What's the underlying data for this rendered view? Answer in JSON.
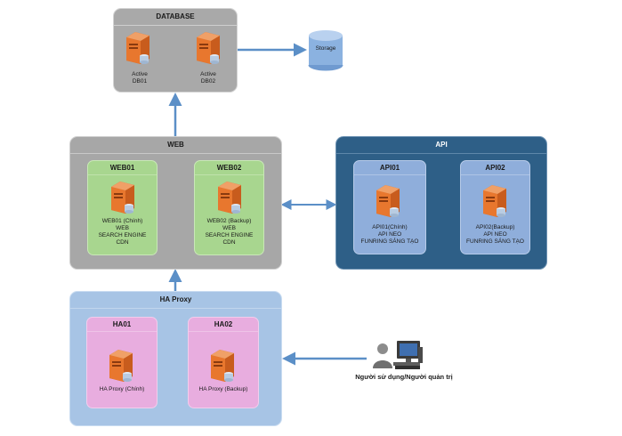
{
  "database": {
    "title": "DATABASE",
    "db01_lines": [
      "Active",
      "DB01"
    ],
    "db02_lines": [
      "Active",
      "DB02"
    ],
    "storage_label": "Storage"
  },
  "web": {
    "title": "WEB",
    "web01": {
      "title": "WEB01",
      "lines": [
        "WEB01 (Chính)",
        "WEB",
        "SEARCH ENGINE",
        "CDN"
      ]
    },
    "web02": {
      "title": "WEB02",
      "lines": [
        "WEB02 (Backup)",
        "WEB",
        "SEARCH ENGINE",
        "CDN"
      ]
    }
  },
  "api": {
    "title": "API",
    "api01": {
      "title": "API01",
      "lines": [
        "API01(Chính)",
        "API NEO",
        "FUNRING SÁNG TẠO"
      ]
    },
    "api02": {
      "title": "API02",
      "lines": [
        "API02(Backup)",
        "API NEO",
        "FUNRING SÁNG TẠO"
      ]
    }
  },
  "haproxy": {
    "title": "HA Proxy",
    "ha01": {
      "title": "HA01",
      "label": "HA Proxy (Chính)"
    },
    "ha02": {
      "title": "HA02",
      "label": "HA Proxy (Backup)"
    }
  },
  "user": {
    "label": "Người sử dụng/Người quản trị"
  },
  "colors": {
    "server_orange": "#e8772e",
    "arrow_blue": "#5b8fc7",
    "api_group": "#2e5f87"
  },
  "icons": [
    "server-icon",
    "database-cylinder-icon",
    "user-icon",
    "computer-icon"
  ]
}
